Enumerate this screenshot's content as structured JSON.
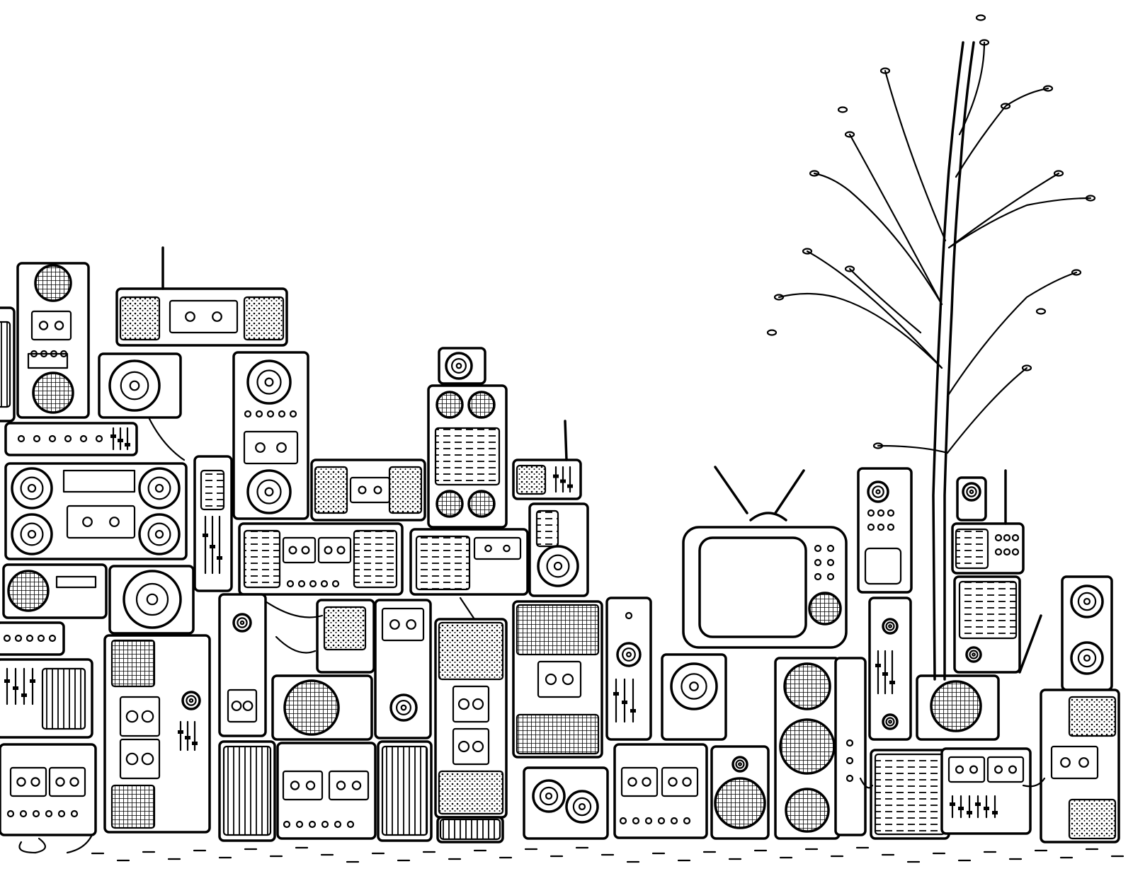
{
  "scene": {
    "description_visible": false,
    "ink_color": "#000000",
    "paper_color": "#ffffff",
    "objects": [
      {
        "kind": "pile",
        "label": ""
      },
      {
        "kind": "tree",
        "label": ""
      },
      {
        "kind": "television",
        "label": ""
      },
      {
        "kind": "ground",
        "label": ""
      }
    ]
  }
}
